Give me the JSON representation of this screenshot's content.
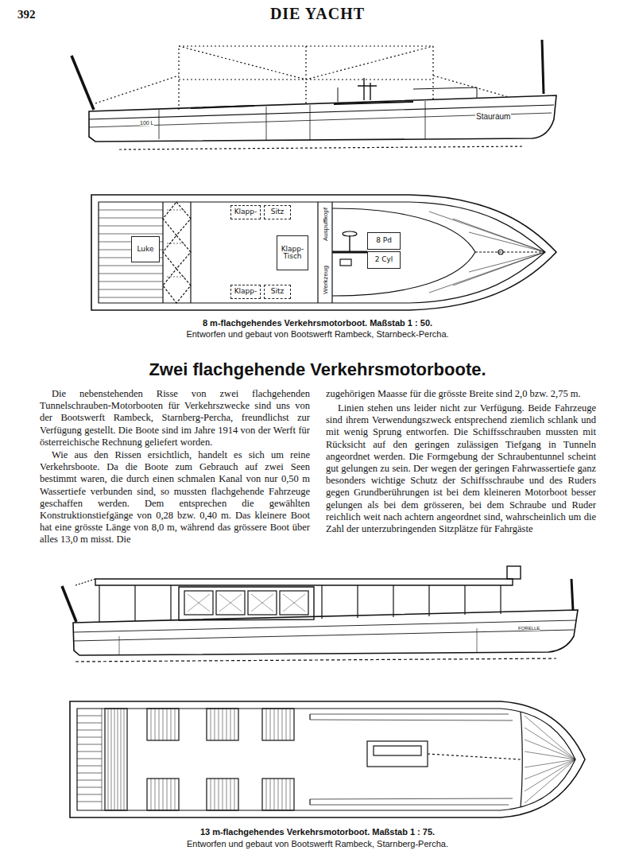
{
  "diagram": {
    "title": "Zwei flachgehende Verkehrsmotorboote.",
    "nodes": [
      {
        "text": [
          "Luke"
        ]
      },
      {
        "text": [
          "Klapp-"
        ]
      },
      {
        "text": [
          "Sitz"
        ]
      },
      {
        "text": [
          "Klapp-Tisch"
        ]
      },
      {
        "text": [
          "Klapp-"
        ]
      },
      {
        "text": [
          "Sitz"
        ]
      },
      {
        "text": [
          "8 Pd"
        ]
      },
      {
        "text": [
          "2 Cyl"
        ]
      }
    ],
    "labels": [
      "392",
      "DIE YACHT",
      "Stauraum",
      "100 L",
      "Werkzeug",
      "Auspuffkopf",
      "8 m-flachgehendes Verkehrsmotorboot. Maßstab 1 : 50.",
      "Entworfen und gebaut von Bootswerft Rambeck, Starnbeck-Percha.",
      "Die nebenstehenden Risse von zwei flachgehenden Tunnelschrauben-Motorbooten für Verkehrszwecke sind uns von der Bootswerft Rambeck, Starnberg-Percha, freundlichst zur Verfügung gestellt. Die Boote sind im Jahre 1914 von der Werft für österreichische Rechnung geliefert worden.",
      "Wie aus den Rissen ersichtlich, handelt es sich um reine Verkehrsboote. Da die Boote zum Gebrauch auf zwei Seen bestimmt waren, die durch einen schmalen Kanal von nur 0,50 m Wassertiefe verbunden sind, so mussten flachgehende Fahrzeuge geschaffen werden. Dem entsprechen die gewählten Konstruktionstiefgänge von 0,28 bzw. 0,40 m. Das kleinere Boot hat eine grösste Länge von 8,0 m, während das grössere Boot über alles 13,0 m misst. Die",
      "zugehörigen Maasse für die grösste Breite sind 2,0 bzw. 2,75 m.",
      "Linien stehen uns leider nicht zur Verfügung. Beide Fahrzeuge sind ihrem Verwendungszweck entsprechend ziemlich schlank und mit wenig Sprung entworfen. Die Schiffsschrauben mussten mit Rücksicht auf den geringen zulässigen Tiefgang in Tunneln angeordnet werden. Die Formgebung der Schraubentunnel scheint gut gelungen zu sein. Der wegen der geringen Fahrwassertiefe ganz besonders wichtige Schutz der Schiffsschraube und des Ruders gegen Grundberührungen ist bei dem kleineren Motorboot besser gelungen als bei dem grösseren, bei dem Schraube und Ruder reichlich weit nach achtern angeordnet sind, wahrscheinlich um die Zahl der unterzubringenden Sitzplätze für Fahrgäste",
      "FORELLE",
      "13 m-flachgehendes Verkehrsmotorboot. Maßstab 1 : 75.",
      "Entworfen und gebaut von Bootswerft Rambeck, Starnberg-Percha."
    ]
  }
}
